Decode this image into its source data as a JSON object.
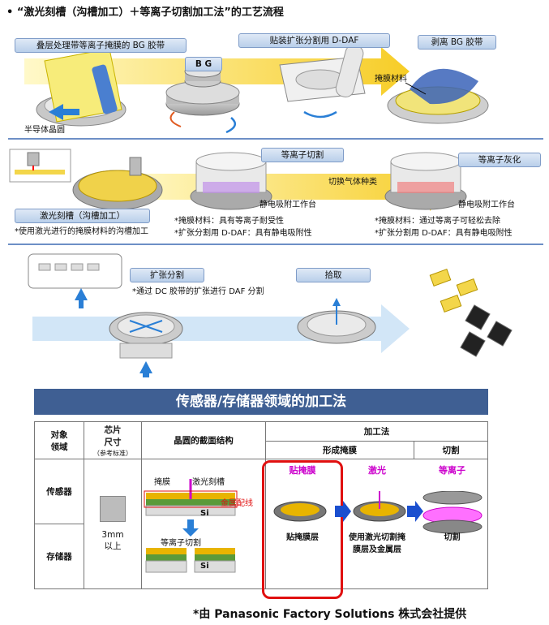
{
  "title": "• “激光刻槽（沟槽加工）＋等离子切割加工法”的工艺流程",
  "row1": {
    "box1": "叠层处理带等离子掩膜的 BG 胶带",
    "bg_label": "B G",
    "box2": "贴装扩张分割用 D-DAF",
    "box3": "剥离 BG 胶带",
    "mask_material": "掩膜材料",
    "wafer_label": "半导体晶圆"
  },
  "row2": {
    "box1": "激光刻槽（沟槽加工）",
    "note1": "*使用激光进行的掩膜材料的沟槽加工",
    "box2": "等离子切割",
    "switch_gas": "切换气体种类",
    "stage1": "静电吸附工作台",
    "note2a": "*掩膜材料：具有等离子耐受性",
    "note2b": "*扩张分割用 D-DAF：具有静电吸附性",
    "box3": "等离子灰化",
    "stage2": "静电吸附工作台",
    "note3a": "*掩膜材料：通过等离子可轻松去除",
    "note3b": "*扩张分割用 D-DAF：具有静电吸附性"
  },
  "row3": {
    "box1": "扩张分割",
    "note1": "*通过 DC 胶带的扩张进行 DAF 分割",
    "box2": "拾取"
  },
  "section_title": "传感器/存储器领域的加工法",
  "table": {
    "h_target": "对象\n领域",
    "h_chip": "芯片\n尺寸",
    "h_chip_sub": "（参考标准）",
    "h_cross": "晶圆的截面结构",
    "h_method": "加工法",
    "h_mask": "形成掩膜",
    "h_cut": "切割",
    "row_sensor": "传感器",
    "row_memory": "存储器",
    "chip_size": "3mm\n以上",
    "cs_mask": "掩膜",
    "cs_groove": "激光刻槽",
    "cs_metal": "金属配线",
    "cs_si": "Si",
    "cs_plasma": "等离子切割",
    "cs_si2": "Si",
    "step1_title": "贴掩膜",
    "step1_desc": "贴掩膜层",
    "step2_title": "激光",
    "step2_desc": "使用激光切割掩\n膜层及金属层",
    "step3_title": "等离子",
    "step3_desc": "切割"
  },
  "footer": "*由 Panasonic Factory Solutions 株式会社提供",
  "colors": {
    "accent_blue": "#3f5f93",
    "highlight_red": "#e01010",
    "magenta": "#cc00cc",
    "arrow_yellow": "#f5c400",
    "arrow_blue": "#2a7fd6"
  }
}
